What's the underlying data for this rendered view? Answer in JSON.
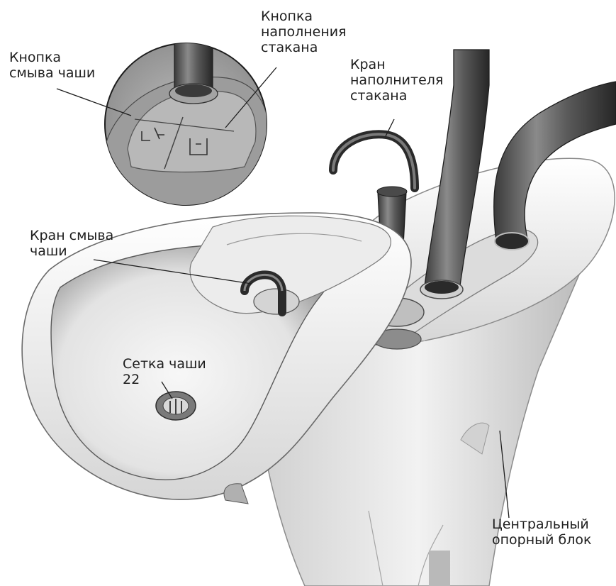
{
  "labels": {
    "bowl_flush_button": {
      "lines": [
        "Кнопка",
        "смыва чаши"
      ]
    },
    "cup_fill_button": {
      "lines": [
        "Кнопка",
        "наполнения",
        "стакана"
      ]
    },
    "cup_filler_tap": {
      "lines": [
        "Кран",
        "наполнителя",
        "стакана"
      ]
    },
    "bowl_flush_tap": {
      "lines": [
        "Кран смыва",
        "чаши"
      ]
    },
    "bowl_strainer": {
      "lines": [
        "Сетка чаши",
        "22"
      ]
    },
    "central_support_block": {
      "lines": [
        "Центральный",
        "опорный блок"
      ]
    }
  }
}
